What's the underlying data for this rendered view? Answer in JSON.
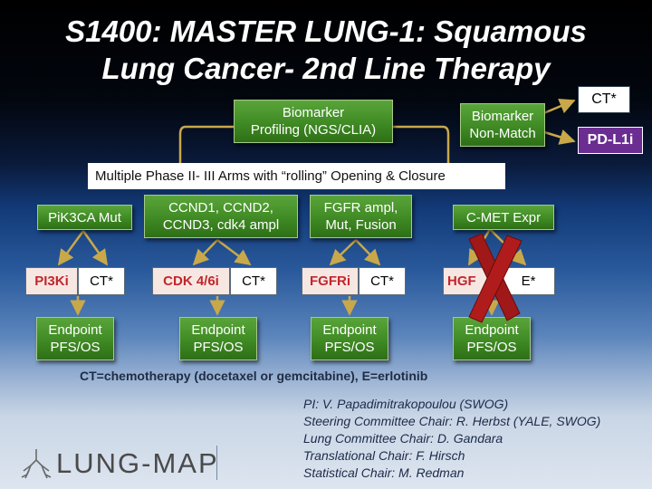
{
  "slide": {
    "title_line1": "S1400: MASTER LUNG-1: Squamous",
    "title_line2": "Lung Cancer- 2nd Line Therapy"
  },
  "top": {
    "biomarker_profiling": {
      "line1": "Biomarker",
      "line2": "Profiling (NGS/CLIA)"
    },
    "biomarker_nonmatch": {
      "line1": "Biomarker",
      "line2": "Non-Match"
    },
    "nonmatch_ct": "CT*",
    "nonmatch_pdl1": "PD-L1i",
    "banner": "Multiple Phase II- III Arms with “rolling” Opening & Closure"
  },
  "arms": [
    {
      "biomarker": [
        "PiK3CA Mut"
      ],
      "drug": "PI3Ki",
      "control": "CT*",
      "endpoint": [
        "Endpoint",
        "PFS/OS"
      ],
      "closed": false
    },
    {
      "biomarker": [
        "CCND1, CCND2,",
        "CCND3, cdk4 ampl"
      ],
      "drug": "CDK 4/6i",
      "control": "CT*",
      "endpoint": [
        "Endpoint",
        "PFS/OS"
      ],
      "closed": false
    },
    {
      "biomarker": [
        "FGFR ampl,",
        "Mut,  Fusion"
      ],
      "drug": "FGFRi",
      "control": "CT*",
      "endpoint": [
        "Endpoint",
        "PFS/OS"
      ],
      "closed": false
    },
    {
      "biomarker": [
        "C-MET Expr"
      ],
      "drug": "HGF",
      "control": "E*",
      "endpoint": [
        "Endpoint",
        "PFS/OS"
      ],
      "closed": true
    }
  ],
  "footnote": "CT=chemotherapy (docetaxel or gemcitabine), E=erlotinib",
  "credits": [
    "PI: V. Papadimitrakopoulou (SWOG)",
    "Steering Committee Chair: R. Herbst (YALE, SWOG)",
    "Lung Committee Chair: D. Gandara",
    "Translational Chair: F. Hirsch",
    "Statistical Chair: M. Redman"
  ],
  "logo": {
    "text": "LUNG-MAP",
    "icon": "lungs-icon"
  },
  "colors": {
    "box_green": "#3f8a24",
    "arrow_gold": "#c9a84a",
    "drug_red": "#c1272d",
    "pdl1_purple": "#6b2d91",
    "closed_x": "#a01818"
  }
}
